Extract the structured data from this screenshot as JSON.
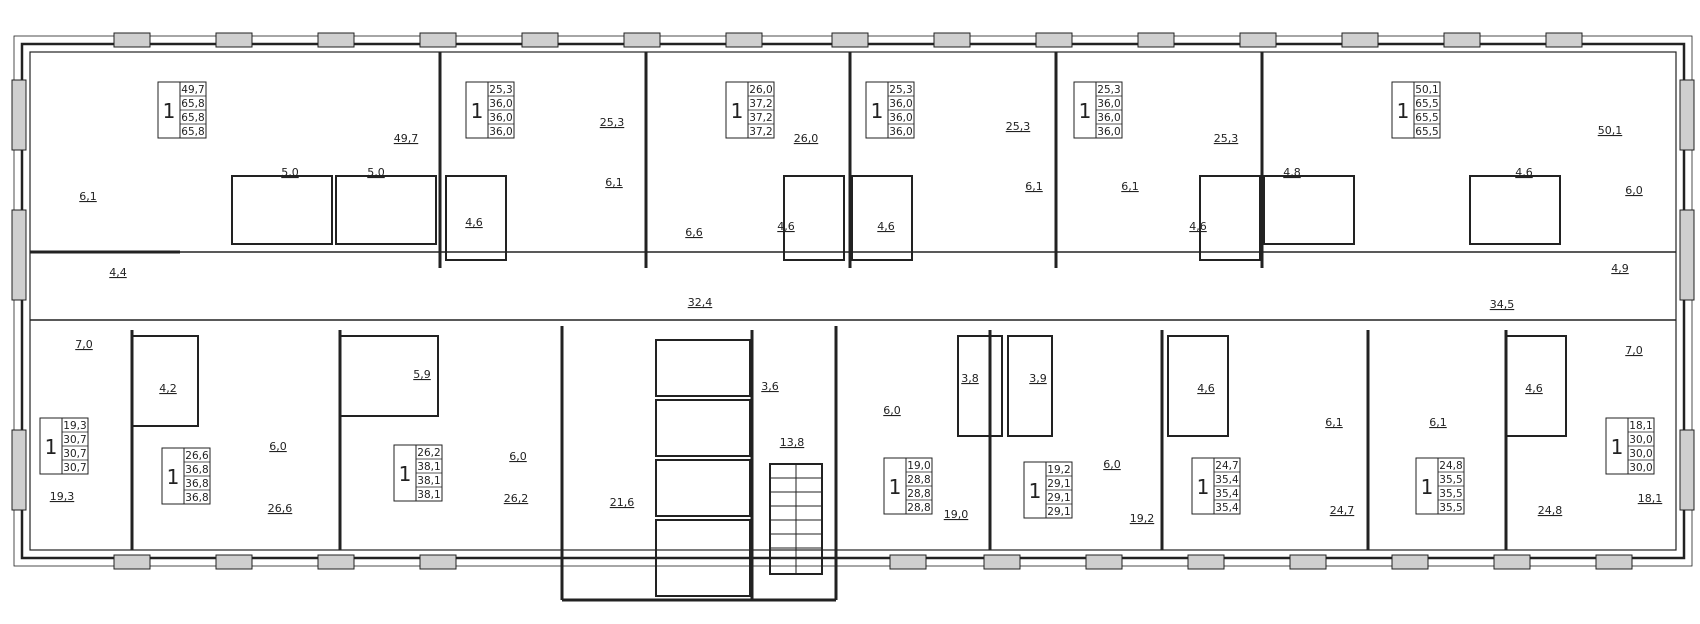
{
  "units": [
    {
      "rooms": "1",
      "areas": [
        "49,7",
        "65,8",
        "65,8",
        "65,8"
      ]
    },
    {
      "rooms": "1",
      "areas": [
        "25,3",
        "36,0",
        "36,0",
        "36,0"
      ]
    },
    {
      "rooms": "1",
      "areas": [
        "26,0",
        "37,2",
        "37,2",
        "37,2"
      ]
    },
    {
      "rooms": "1",
      "areas": [
        "25,3",
        "36,0",
        "36,0",
        "36,0"
      ]
    },
    {
      "rooms": "1",
      "areas": [
        "25,3",
        "36,0",
        "36,0",
        "36,0"
      ]
    },
    {
      "rooms": "1",
      "areas": [
        "50,1",
        "65,5",
        "65,5",
        "65,5"
      ]
    },
    {
      "rooms": "1",
      "areas": [
        "19,3",
        "30,7",
        "30,7",
        "30,7"
      ]
    },
    {
      "rooms": "1",
      "areas": [
        "26,6",
        "36,8",
        "36,8",
        "36,8"
      ]
    },
    {
      "rooms": "1",
      "areas": [
        "26,2",
        "38,1",
        "38,1",
        "38,1"
      ]
    },
    {
      "rooms": "1",
      "areas": [
        "19,0",
        "28,8",
        "28,8",
        "28,8"
      ]
    },
    {
      "rooms": "1",
      "areas": [
        "19,2",
        "29,1",
        "29,1",
        "29,1"
      ]
    },
    {
      "rooms": "1",
      "areas": [
        "24,7",
        "35,4",
        "35,4",
        "35,4"
      ]
    },
    {
      "rooms": "1",
      "areas": [
        "24,8",
        "35,5",
        "35,5",
        "35,5"
      ]
    },
    {
      "rooms": "1",
      "areas": [
        "18,1",
        "30,0",
        "30,0",
        "30,0"
      ]
    }
  ],
  "rooms": [
    "49,7",
    "25,3",
    "26,0",
    "25,3",
    "25,3",
    "50,1",
    "6,1",
    "5,0",
    "5,0",
    "4,6",
    "6,1",
    "6,6",
    "4,6",
    "4,6",
    "6,1",
    "6,1",
    "4,6",
    "4,8",
    "4,6",
    "6,0",
    "4,4",
    "32,4",
    "34,5",
    "4,9",
    "7,0",
    "4,2",
    "5,9",
    "3,6",
    "3,8",
    "3,9",
    "4,6",
    "4,6",
    "7,0",
    "6,0",
    "6,0",
    "6,0",
    "6,0",
    "13,8",
    "6,1",
    "6,1",
    "19,3",
    "26,6",
    "26,2",
    "21,6",
    "19,0",
    "19,2",
    "24,7",
    "24,8",
    "18,1"
  ]
}
